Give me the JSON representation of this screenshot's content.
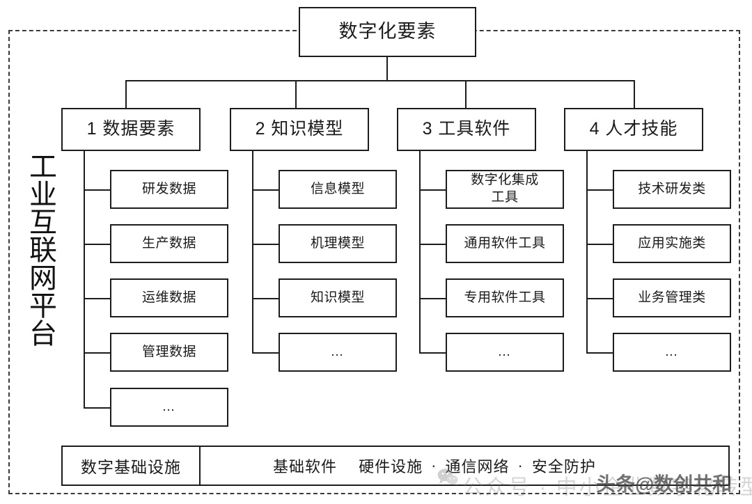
{
  "diagram": {
    "root": {
      "label": "数字化要素"
    },
    "platform_label": "工业互联网平台",
    "categories": [
      {
        "label": "1 数据要素",
        "children": [
          "研发数据",
          "生产数据",
          "运维数据",
          "管理数据",
          "…"
        ]
      },
      {
        "label": "2 知识模型",
        "children": [
          "信息模型",
          "机理模型",
          "知识模型",
          "…"
        ]
      },
      {
        "label": "3 工具软件",
        "children": [
          "数字化集成\n工具",
          "通用软件工具",
          "专用软件工具",
          "…"
        ]
      },
      {
        "label": "4 人才技能",
        "children": [
          "技术研发类",
          "应用实施类",
          "业务管理类",
          "…"
        ]
      }
    ],
    "infrastructure": {
      "title": "数字基础设施",
      "items": [
        "基础软件",
        "硬件设施",
        "通信网络",
        "安全防护"
      ],
      "separator": "·"
    }
  },
  "watermarks": {
    "wechat_line": "公众号 · 中小企业数字化转型",
    "toutiao_line": "头条@数创共和",
    "wechat_icon": "wechat-icon"
  },
  "colors": {
    "stroke": "#1c1c1c",
    "frame": "#3a3a3a",
    "background": "#ffffff"
  }
}
